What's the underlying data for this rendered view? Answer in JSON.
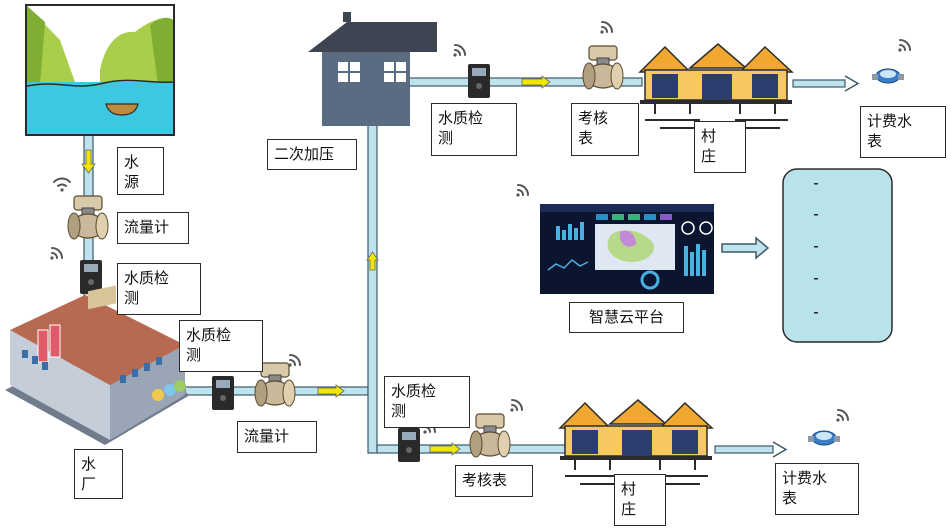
{
  "labels": {
    "water_source": "水\n源",
    "flow_meter_top": "流量计",
    "water_quality_left": "水质检\n测",
    "water_plant": "水\n厂",
    "water_quality_plant": "水质检\n测",
    "flow_meter_bottom": "流量计",
    "secondary_pressure": "二次加压",
    "water_quality_top": "水质检\n测",
    "check_meter_top": "考核\n表",
    "village_top": "村\n庄",
    "billing_meter_top": "计费水\n表",
    "water_quality_bottom": "水质检\n测",
    "check_meter_bottom": "考核表",
    "village_bottom": "村\n庄",
    "billing_meter_bottom": "计费水\n表",
    "cloud_platform": "智慧云平台"
  },
  "colors": {
    "pipe_fill": "#bfe3ec",
    "pipe_stroke": "#3c5a66",
    "flow_arrow": "#f2e600",
    "house_body": "#5a6b82",
    "house_roof": "#3e4452",
    "panel_fill": "#b9e3ea",
    "village_roof": "#f0a830",
    "village_wall": "#2d3d6e",
    "plant_body": "#8a9ab0",
    "plant_roof": "#b86a50"
  }
}
